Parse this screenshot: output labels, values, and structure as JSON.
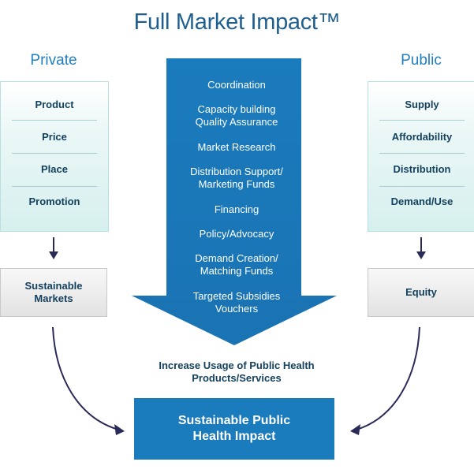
{
  "title": "Full Market Impact™",
  "private": {
    "heading": "Private",
    "items": [
      "Product",
      "Price",
      "Place",
      "Promotion"
    ],
    "outcome_line1": "Sustainable",
    "outcome_line2": "Markets"
  },
  "public": {
    "heading": "Public",
    "items": [
      "Supply",
      "Affordability",
      "Distribution",
      "Demand/Use"
    ],
    "outcome": "Equity"
  },
  "center_arrow": {
    "items": [
      [
        "Coordination"
      ],
      [
        "Capacity building",
        "Quality Assurance"
      ],
      [
        "Market Research"
      ],
      [
        "Distribution Support/",
        "Marketing Funds"
      ],
      [
        "Financing"
      ],
      [
        "Policy/Advocacy"
      ],
      [
        "Demand Creation/",
        "Matching Funds"
      ],
      [
        "Targeted Subsidies",
        "Vouchers"
      ]
    ]
  },
  "usage": {
    "line1": "Increase Usage of Public Health",
    "line2": "Products/Services"
  },
  "impact": {
    "line1": "Sustainable Public",
    "line2": "Health Impact"
  },
  "colors": {
    "arrow_blue": "#1a7bbd",
    "dark_navy": "#14415f",
    "curve_arrow": "#2a2a5a",
    "heading_blue": "#1f7fbf"
  }
}
